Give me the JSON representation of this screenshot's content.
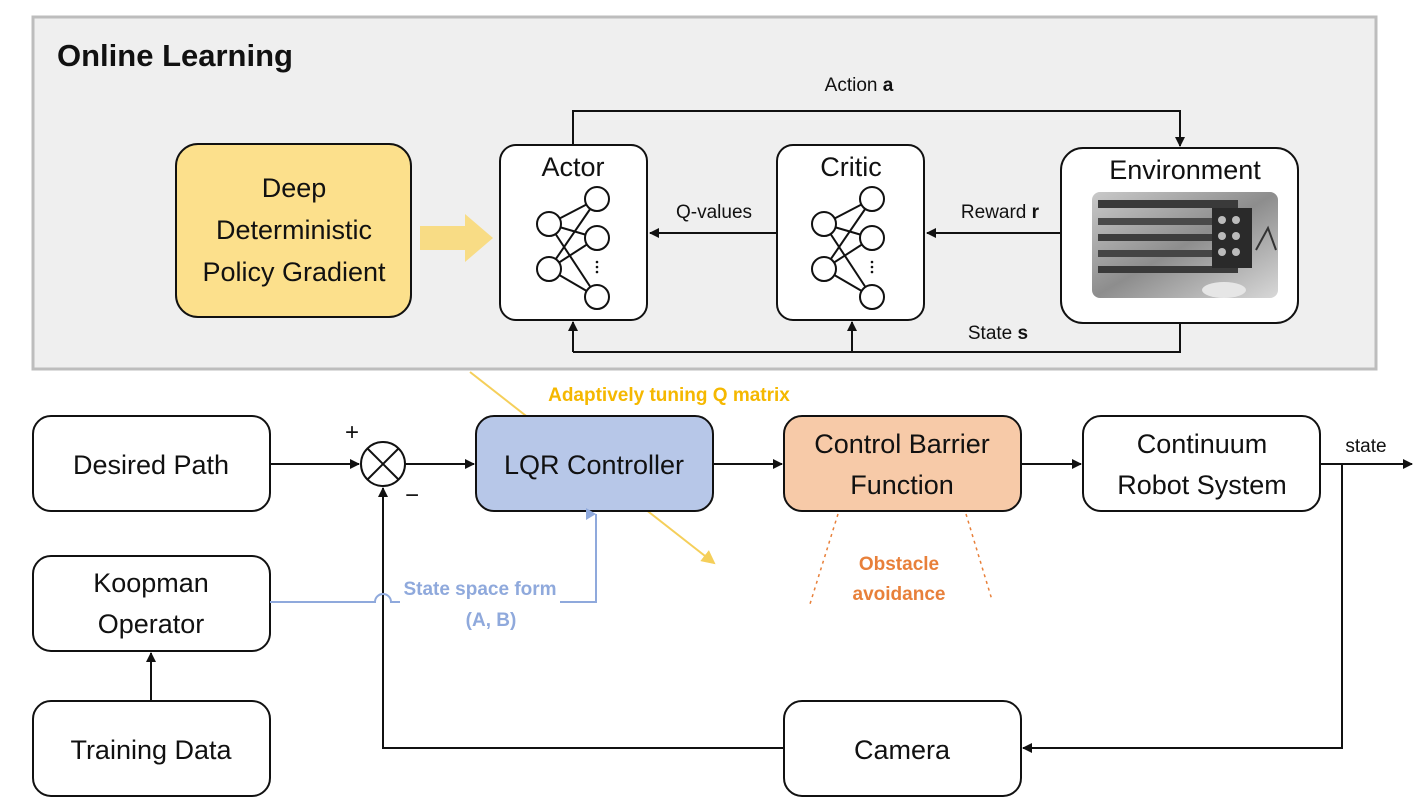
{
  "panel": {
    "title": "Online Learning"
  },
  "ddpg": {
    "lines": [
      "Deep",
      "Deterministic",
      "Policy Gradient"
    ]
  },
  "actor": {
    "label": "Actor"
  },
  "critic": {
    "label": "Critic"
  },
  "environment": {
    "label": "Environment"
  },
  "signals": {
    "action_label": "Action",
    "action_symbol": "a",
    "q_values": "Q-values",
    "reward_label": "Reward",
    "reward_symbol": "r",
    "state_label": "State",
    "state_symbol": "s"
  },
  "annotations": {
    "adaptive_tuning": "Adaptively tuning Q matrix",
    "state_space_form": "State space form",
    "state_space_matrices": "(A, B)",
    "obstacle": "Obstacle",
    "avoidance": "avoidance"
  },
  "blocks": {
    "desired_path": "Desired Path",
    "lqr": "LQR Controller",
    "cbf_line1": "Control Barrier",
    "cbf_line2": "Function",
    "robot_line1": "Continuum",
    "robot_line2": "Robot System",
    "koopman_line1": "Koopman",
    "koopman_line2": "Operator",
    "training_data": "Training Data",
    "camera": "Camera"
  },
  "summing_junction": {
    "plus": "+",
    "minus": "−"
  },
  "output_label": "state",
  "colors": {
    "panel_bg": "#efefef",
    "panel_border": "#bdbdbd",
    "ddpg_fill": "#fce08c",
    "lqr_fill": "#b7c7e8",
    "cbf_fill": "#f7caa8",
    "adaptive_tuning": "#f5b800",
    "state_space": "#8fa9dc",
    "obstacle": "#e8803a"
  }
}
